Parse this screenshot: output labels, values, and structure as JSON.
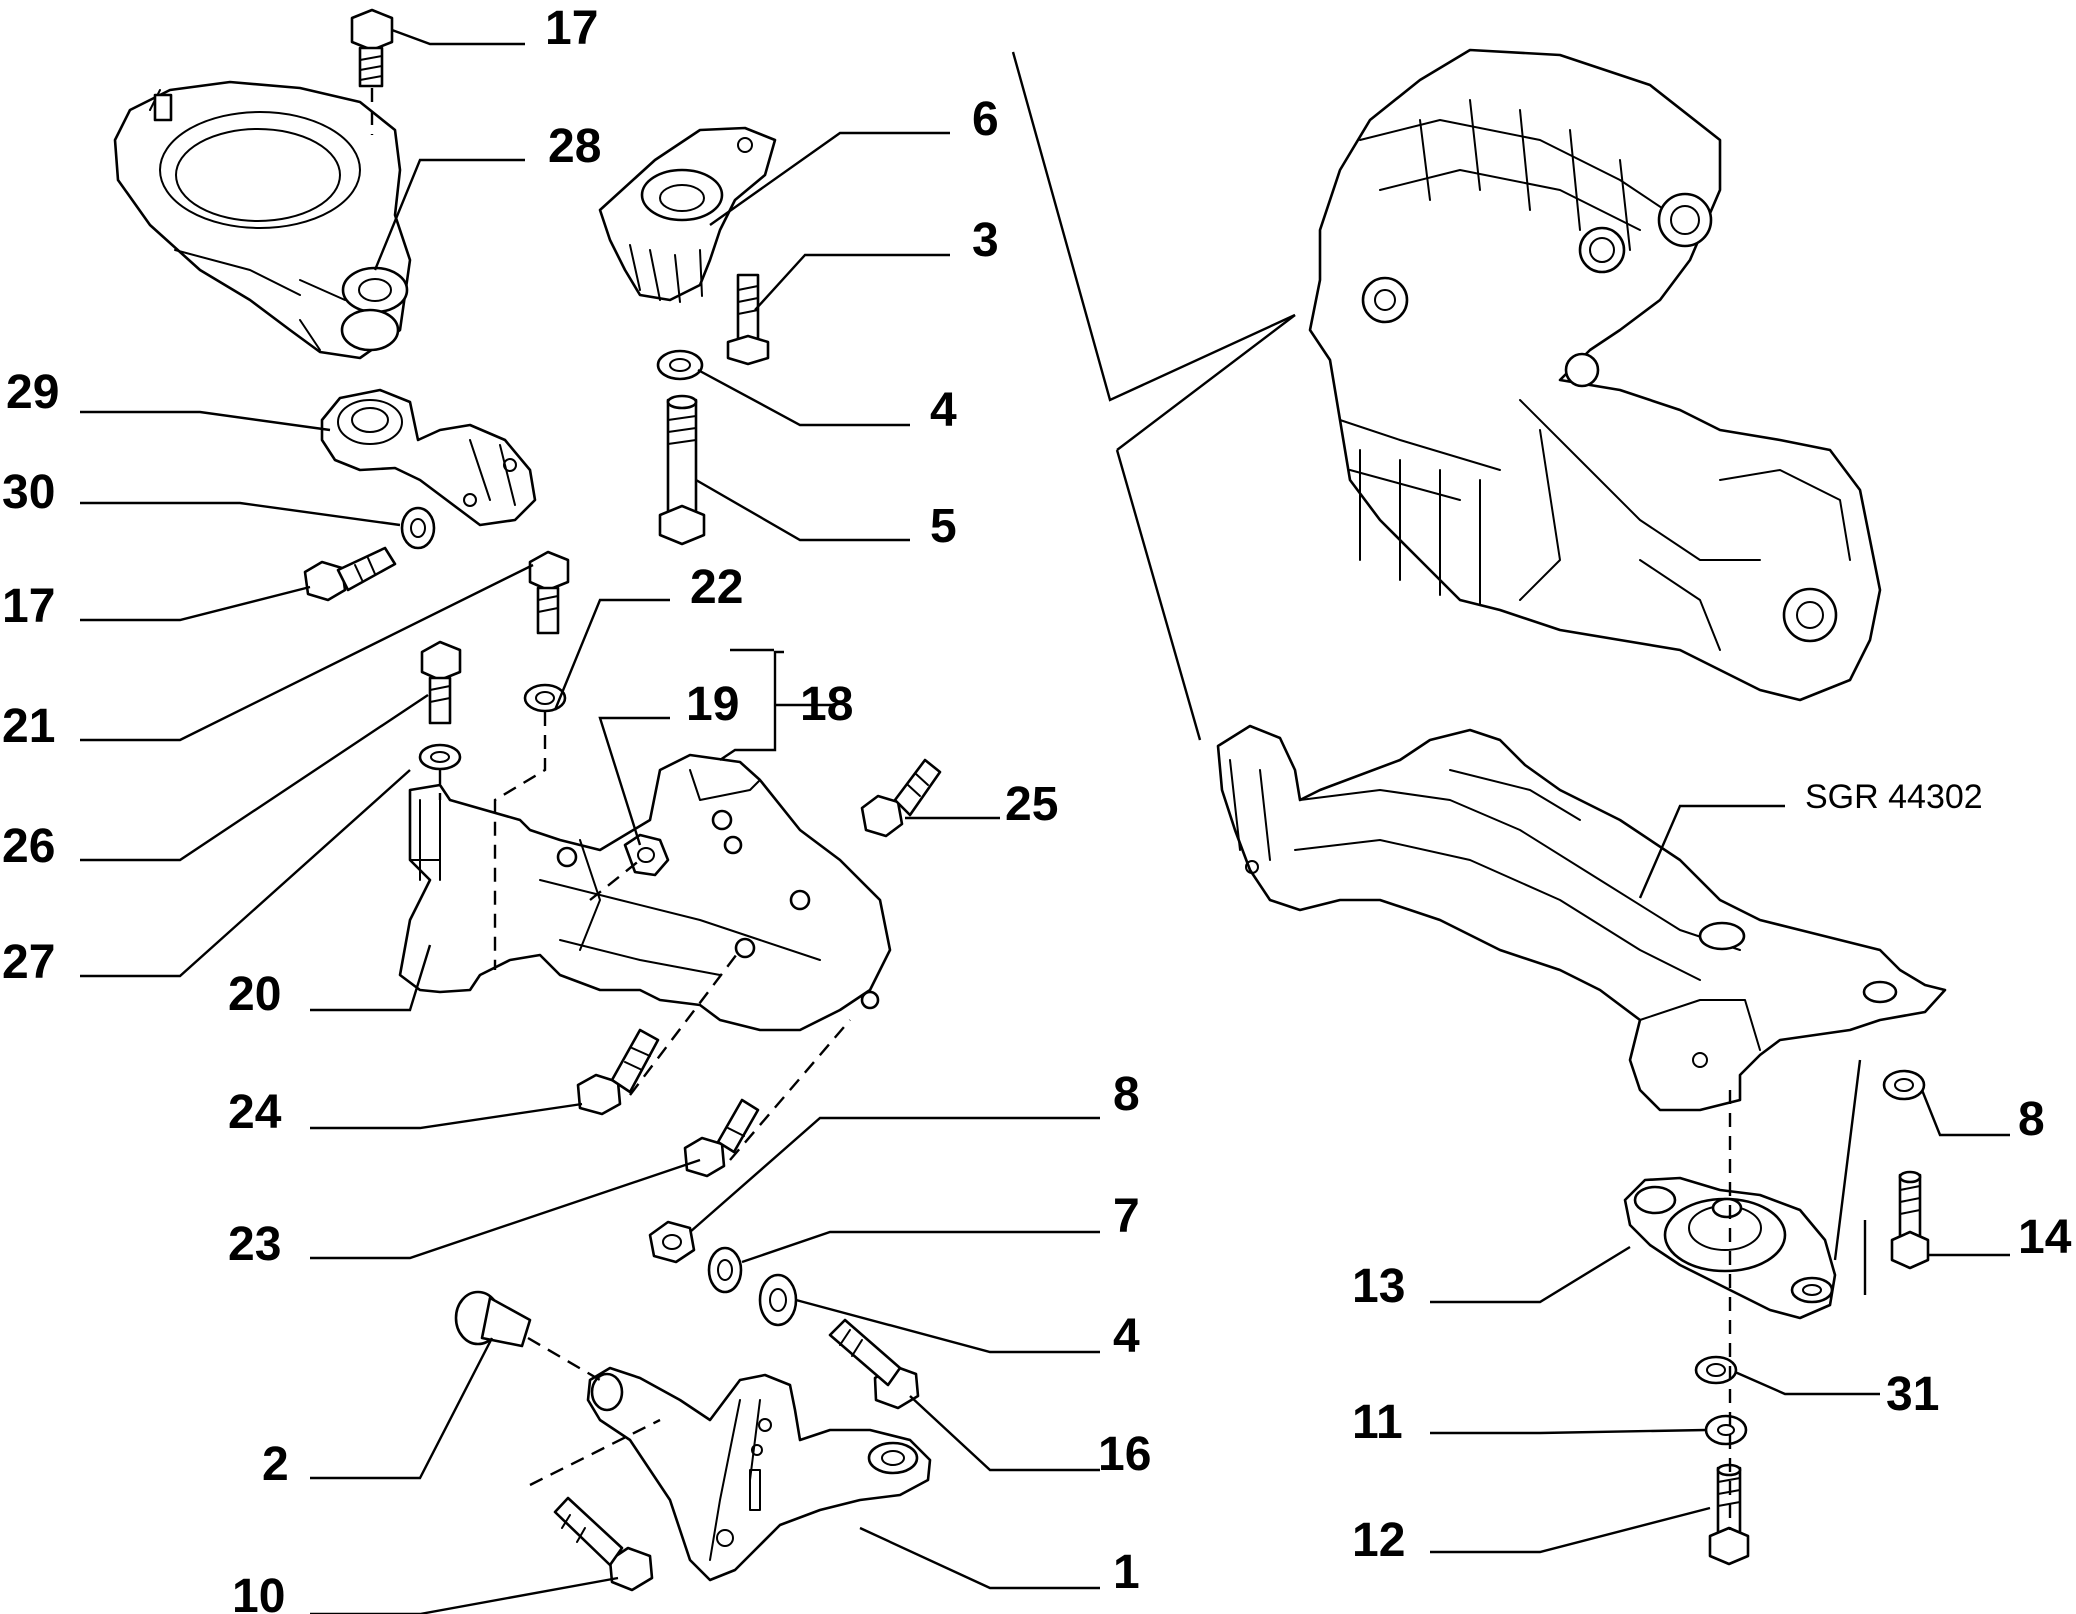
{
  "reference_code": "SGR 44302",
  "callouts": [
    {
      "id": "c17a",
      "label": "17"
    },
    {
      "id": "c28",
      "label": "28"
    },
    {
      "id": "c6",
      "label": "6"
    },
    {
      "id": "c3",
      "label": "3"
    },
    {
      "id": "c29",
      "label": "29"
    },
    {
      "id": "c4a",
      "label": "4"
    },
    {
      "id": "c30",
      "label": "30"
    },
    {
      "id": "c5",
      "label": "5"
    },
    {
      "id": "c17b",
      "label": "17"
    },
    {
      "id": "c22",
      "label": "22"
    },
    {
      "id": "c21",
      "label": "21"
    },
    {
      "id": "c19",
      "label": "19"
    },
    {
      "id": "c18",
      "label": "18"
    },
    {
      "id": "c25",
      "label": "25"
    },
    {
      "id": "c26",
      "label": "26"
    },
    {
      "id": "c27",
      "label": "27"
    },
    {
      "id": "c20",
      "label": "20"
    },
    {
      "id": "c24",
      "label": "24"
    },
    {
      "id": "c8a",
      "label": "8"
    },
    {
      "id": "c23",
      "label": "23"
    },
    {
      "id": "c7",
      "label": "7"
    },
    {
      "id": "c4b",
      "label": "4"
    },
    {
      "id": "c16",
      "label": "16"
    },
    {
      "id": "c2",
      "label": "2"
    },
    {
      "id": "c1",
      "label": "1"
    },
    {
      "id": "c10",
      "label": "10"
    },
    {
      "id": "c8b",
      "label": "8"
    },
    {
      "id": "c14",
      "label": "14"
    },
    {
      "id": "c13",
      "label": "13"
    },
    {
      "id": "c31",
      "label": "31"
    },
    {
      "id": "c11",
      "label": "11"
    },
    {
      "id": "c12",
      "label": "12"
    }
  ]
}
